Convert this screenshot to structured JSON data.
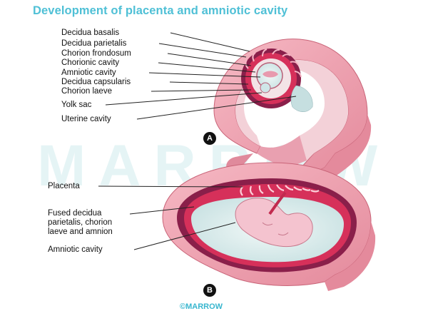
{
  "title": "Development of placenta and amniotic cavity",
  "watermark": "MARROW",
  "footer": "©MARROW",
  "figure_a": {
    "badge": "A",
    "labels": [
      "Decidua basalis",
      "Decidua parietalis",
      "Chorion frondosum",
      "Chorionic cavity",
      "Amniotic cavity",
      "Decidua capsularis",
      "Chorion laeve",
      "Yolk sac",
      "Uterine cavity"
    ]
  },
  "figure_b": {
    "badge": "B",
    "labels": {
      "placenta": "Placenta",
      "fused_line1": "Fused decidua",
      "fused_line2": "parietalis, chorion",
      "fused_line3": "laeve and amnion",
      "amniotic": "Amniotic cavity"
    }
  },
  "colors": {
    "title": "#4fc0d6",
    "uterine_wall": "#f0a4b1",
    "decidua": "#8a1f4a",
    "chorion": "#d6305a",
    "amniotic_fluid": "#dfeff0",
    "fetus": "#f4c3cf"
  }
}
